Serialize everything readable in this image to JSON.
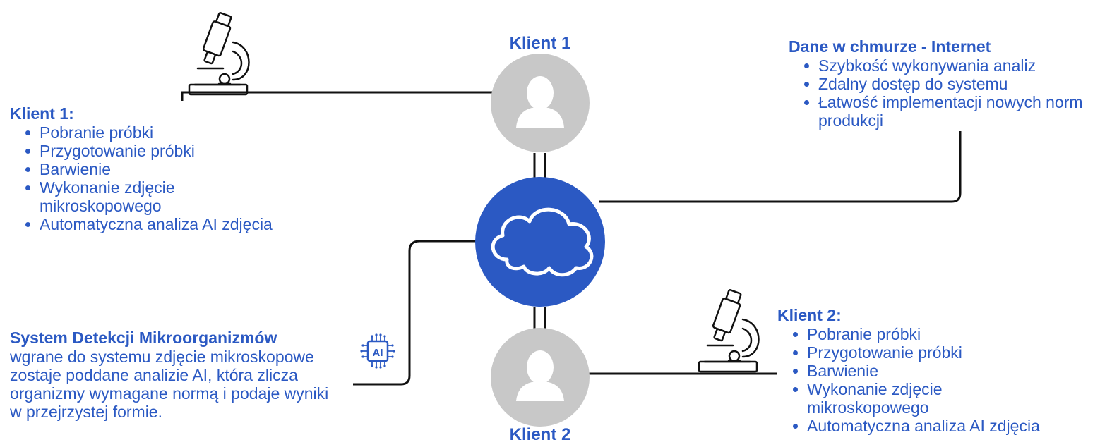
{
  "client1_node": {
    "label": "Klient 1"
  },
  "client2_node": {
    "label": "Klient 2"
  },
  "client1_panel": {
    "title": "Klient 1:",
    "steps": [
      "Pobranie próbki",
      "Przygotowanie próbki",
      "Barwienie",
      "Wykonanie zdjęcie mikroskopowego",
      "Automatyczna analiza AI zdjęcia"
    ]
  },
  "client2_panel": {
    "title": "Klient 2:",
    "steps": [
      "Pobranie próbki",
      "Przygotowanie próbki",
      "Barwienie",
      "Wykonanie zdjęcie mikroskopowego",
      "Automatyczna analiza AI zdjęcia"
    ]
  },
  "cloud_panel": {
    "title": "Dane w chmurze - Internet",
    "benefits": [
      "Szybkość wykonywania analiz",
      "Zdalny dostęp do systemu",
      "Łatwość implementacji nowych norm produkcji"
    ]
  },
  "system_panel": {
    "title": "System Detekcji Mikroorganizmów",
    "description": "wgrane do systemu zdjęcie mikroskopowe zostaje poddane analizie AI, która zlicza organizmy wymagane normą i podaje wyniki w przejrzystej formie."
  },
  "ai_chip": {
    "label": "AI",
    "icon": "ai-chip-icon"
  },
  "colors": {
    "accent": "#2b59c3",
    "node_gray": "#c8c8c8",
    "line": "#111111",
    "white": "#ffffff"
  }
}
